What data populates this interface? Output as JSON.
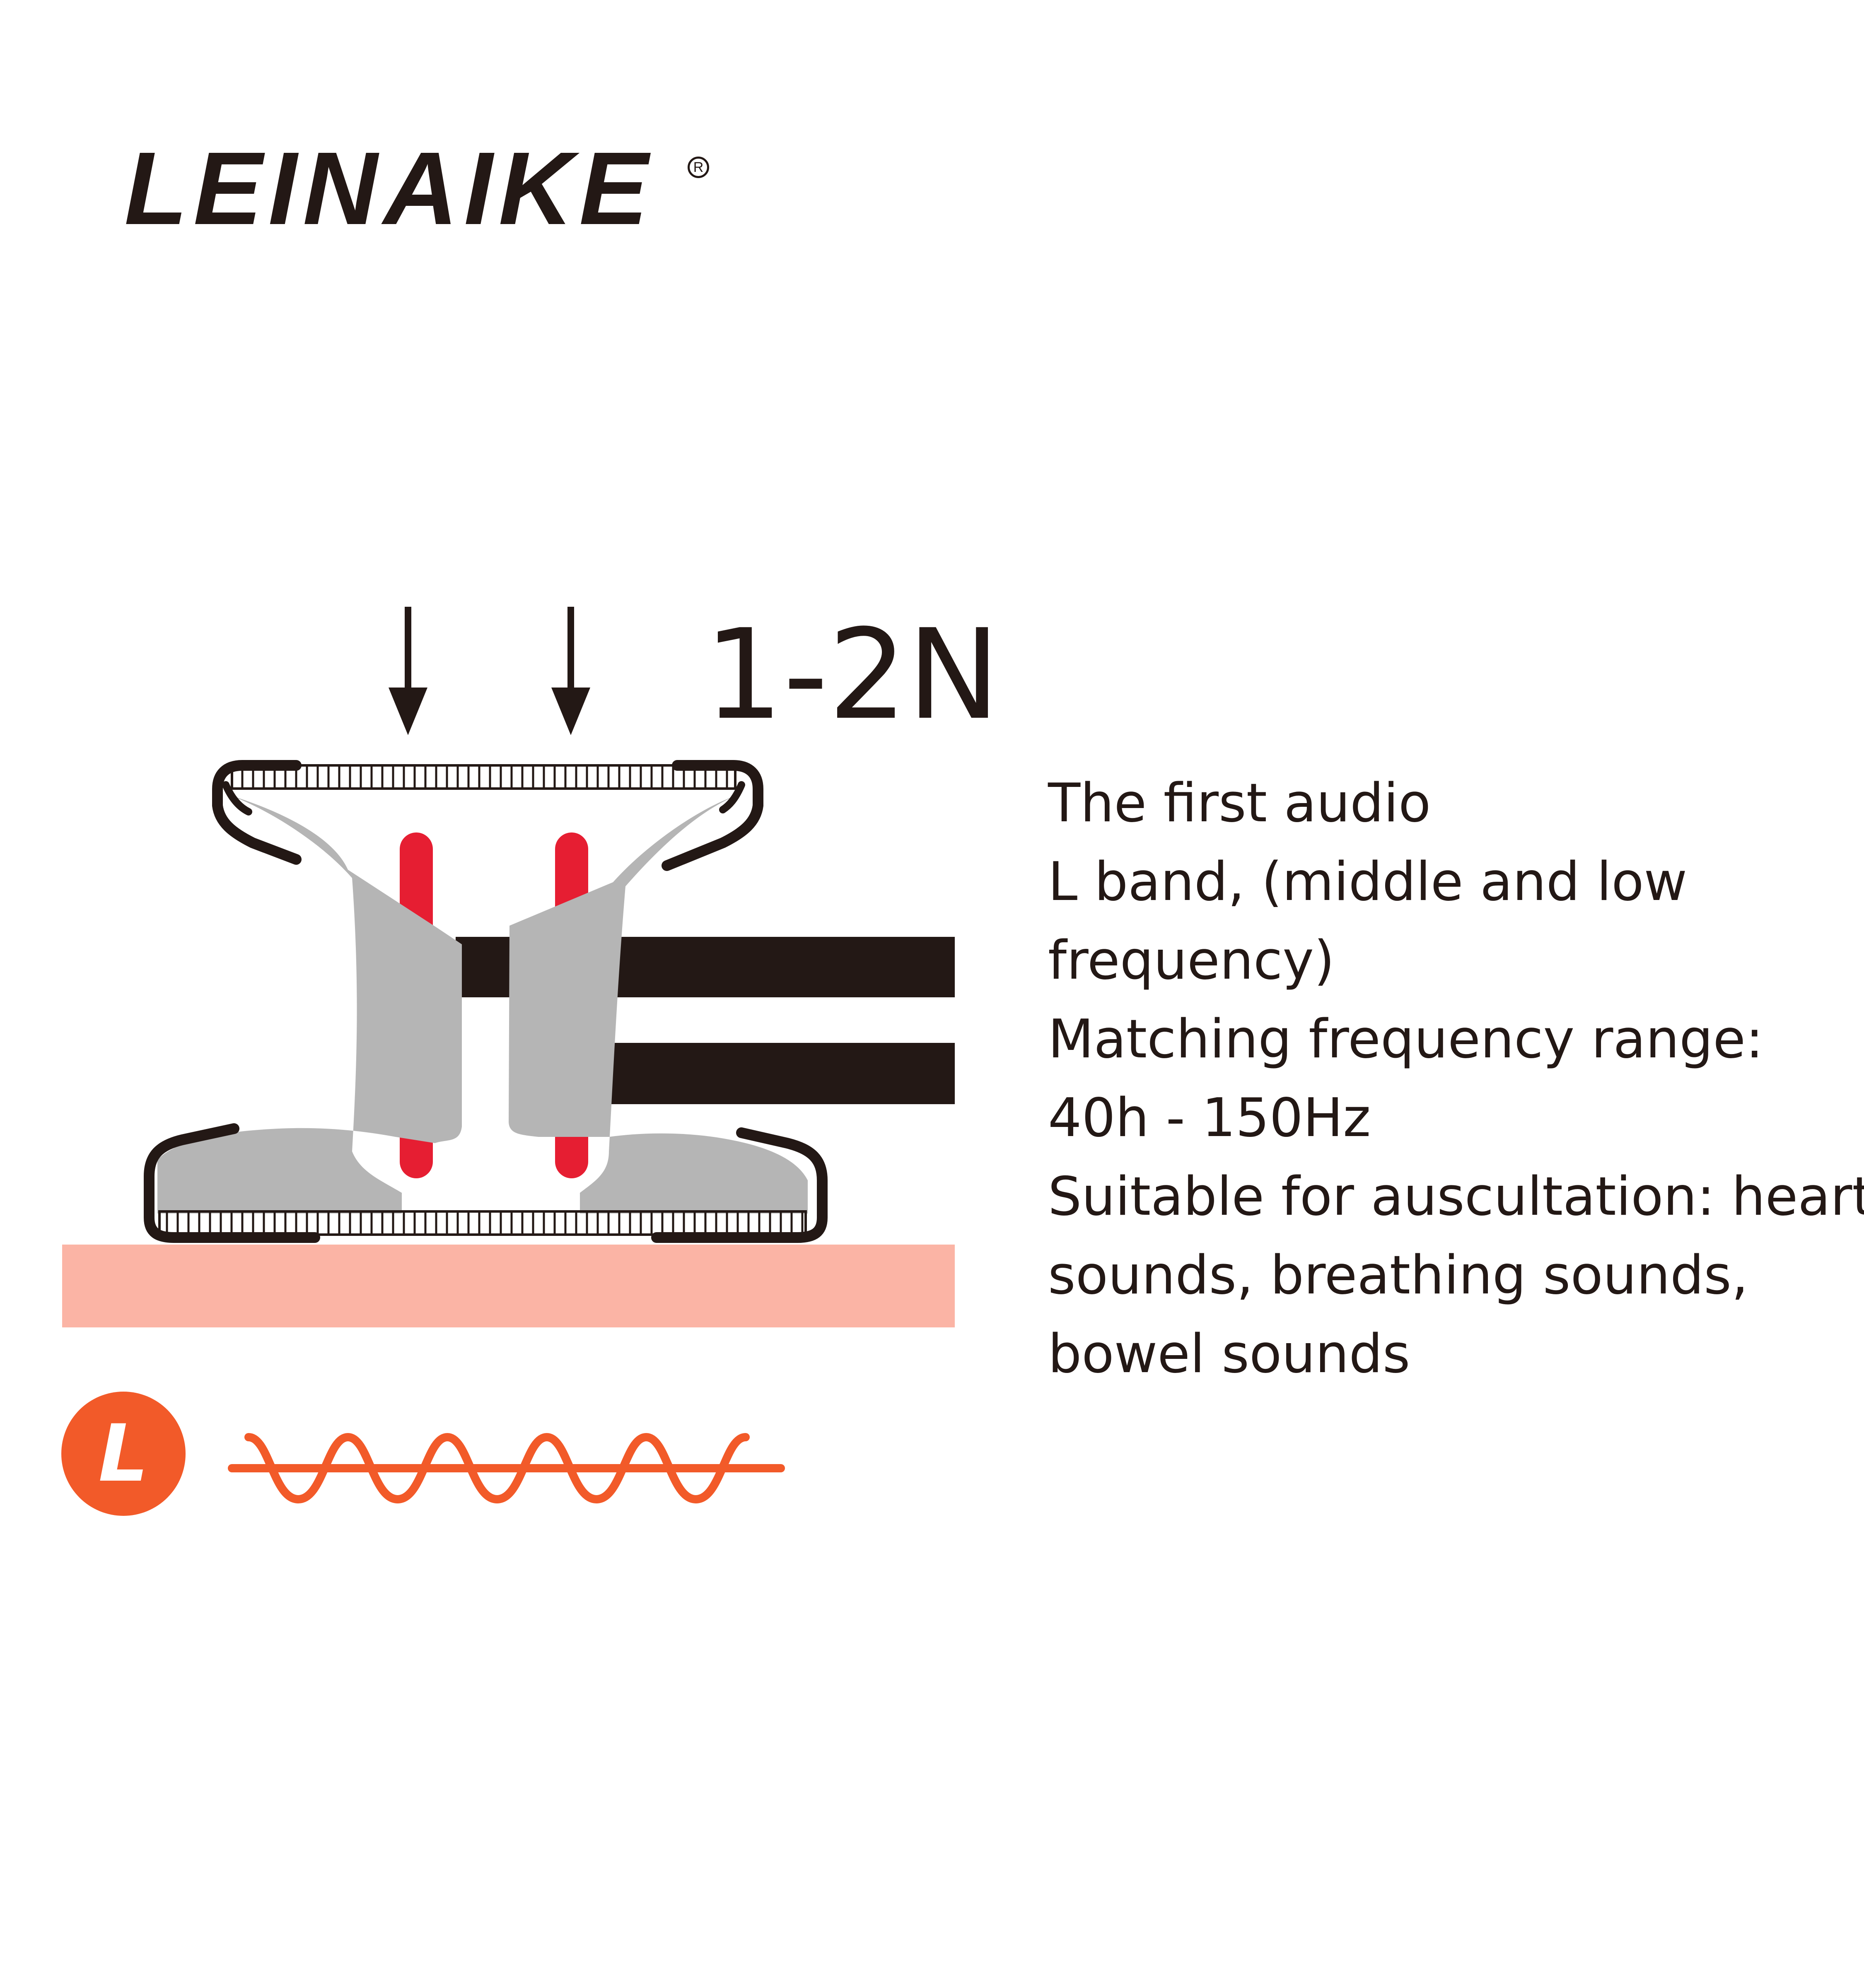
{
  "brand": {
    "name": "LEINAIKE",
    "registered_mark": "R"
  },
  "force_label": "1-2N",
  "description": {
    "lines": [
      "The first audio",
      "L band, (middle and low",
      "frequency)",
      "Matching frequency range:",
      "40h - 150Hz",
      "Suitable for auscultation: heart",
      "sounds, breathing sounds,",
      "bowel sounds"
    ]
  },
  "band_badge": "L",
  "colors": {
    "ink": "#231815",
    "accent": "#f25a29",
    "pin": "#e61e32",
    "body": "#b5b5b5",
    "skin": "#fbb4a5"
  }
}
